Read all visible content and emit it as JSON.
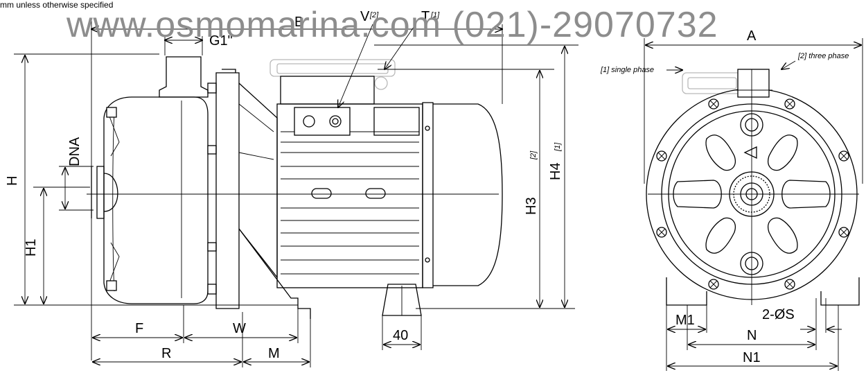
{
  "note": "mm unless otherwise specified",
  "watermark": "www.osmomarina.com (021)-29070732",
  "labels": {
    "B": "B",
    "V": "V",
    "V_ref": "[2]",
    "T": "T",
    "T_ref": "[1]",
    "A": "A",
    "G1": "G1\"",
    "DNA": "DNA",
    "H": "H",
    "H1": "H1",
    "H3": "H3",
    "H3_ref": "[2]",
    "H4": "H4",
    "H4_ref": "[1]",
    "F": "F",
    "W": "W",
    "R": "R",
    "M": "M",
    "dim40": "40",
    "M1": "M1",
    "S2": "2-ØS",
    "N": "N",
    "N1": "N1"
  },
  "legend": {
    "single_phase": "[1] single phase",
    "three_phase": "[2] three phase"
  }
}
